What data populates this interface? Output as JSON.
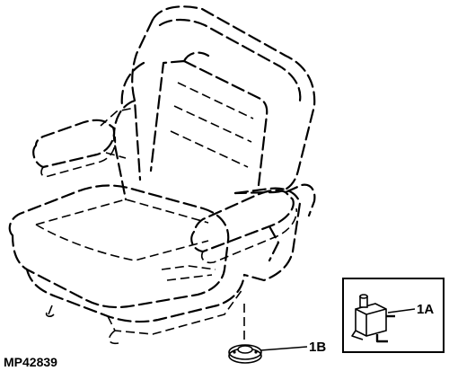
{
  "figure": {
    "id_label": "MP42839"
  },
  "callouts": {
    "label_1a": "1A",
    "label_1b": "1B"
  }
}
